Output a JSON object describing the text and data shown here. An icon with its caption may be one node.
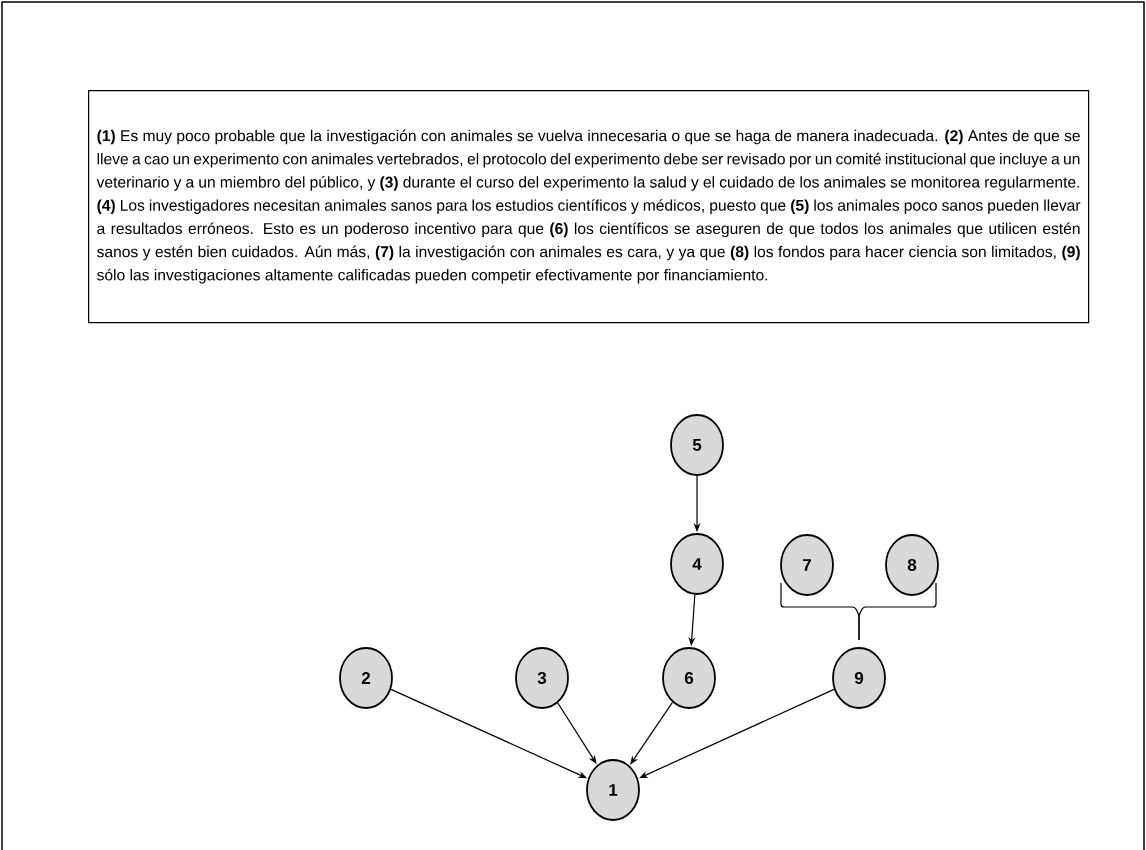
{
  "diagram": {
    "nodes": [
      {
        "text": [
          "**(1)** Es muy poco probable que la investigación con animales se vuelva innecesaria o que se haga de manera inadecuada. **(2)** Antes de que se lleve a cao un experimento con animales vertebrados, el protocolo del experimento debe ser revisado por un comité institucional que incluye a un veterinario y a un miembro del público, y **(3)** durante el curso del experimento la salud y el cuidado de los animales se monitorea regularmente. **(4)** Los investigadores necesitan animales sanos para los estudios científicos y médicos, puesto que **(5)** los animales poco sanos pueden llevar a resultados erróneos. Esto es un poderoso incentivo para que **(6)** los científicos se aseguren de que todos los animales que utilicen estén sanos y estén bien cuidados. Aún más, **(7)** la investigación con animales es cara, y ya que **(8)** los fondos para hacer ciencia son limitados, **(9)** sólo las investigaciones altamente calificadas pueden competir efectivamente por financiamiento."
        ]
      },
      {
        "text": [
          "5"
        ]
      },
      {
        "text": [
          "4"
        ]
      },
      {
        "text": [
          "7"
        ]
      },
      {
        "text": [
          "8"
        ]
      },
      {
        "text": [
          "2"
        ]
      },
      {
        "text": [
          "3"
        ]
      },
      {
        "text": [
          "6"
        ]
      },
      {
        "text": [
          "9"
        ]
      },
      {
        "text": [
          "1"
        ]
      }
    ],
    "edges": [
      {
        "from": 1,
        "to": 2,
        "arrow": "to"
      },
      {
        "from": 2,
        "to": 7,
        "arrow": "to"
      },
      {
        "from": 5,
        "to": 9,
        "arrow": "to"
      },
      {
        "from": 6,
        "to": 9,
        "arrow": "to"
      },
      {
        "from": 7,
        "to": 9,
        "arrow": "to"
      },
      {
        "from": 8,
        "to": 9,
        "arrow": "to"
      },
      {
        "from": 3,
        "to": 8,
        "arrow": "none"
      },
      {
        "from": 4,
        "to": 8,
        "arrow": "none"
      }
    ]
  }
}
